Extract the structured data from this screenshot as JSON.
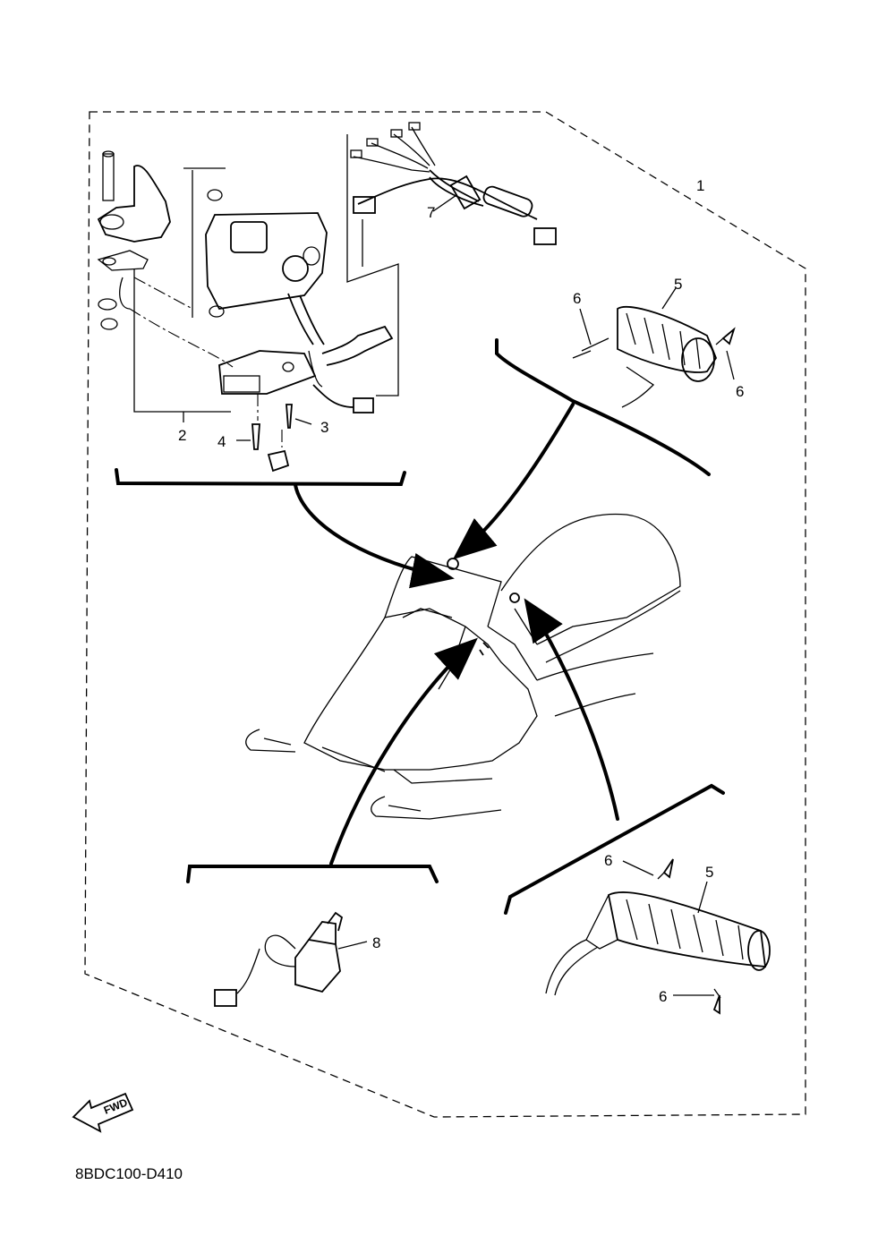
{
  "diagram": {
    "callouts": {
      "c1": "1",
      "c2": "2",
      "c3": "3",
      "c4": "4",
      "c5a": "5",
      "c5b": "5",
      "c6a": "6",
      "c6b": "6",
      "c6c": "6",
      "c6d": "6",
      "c7": "7",
      "c8": "8"
    },
    "fwd_label": "FWD",
    "reference_code": "8BDC100-D410"
  }
}
